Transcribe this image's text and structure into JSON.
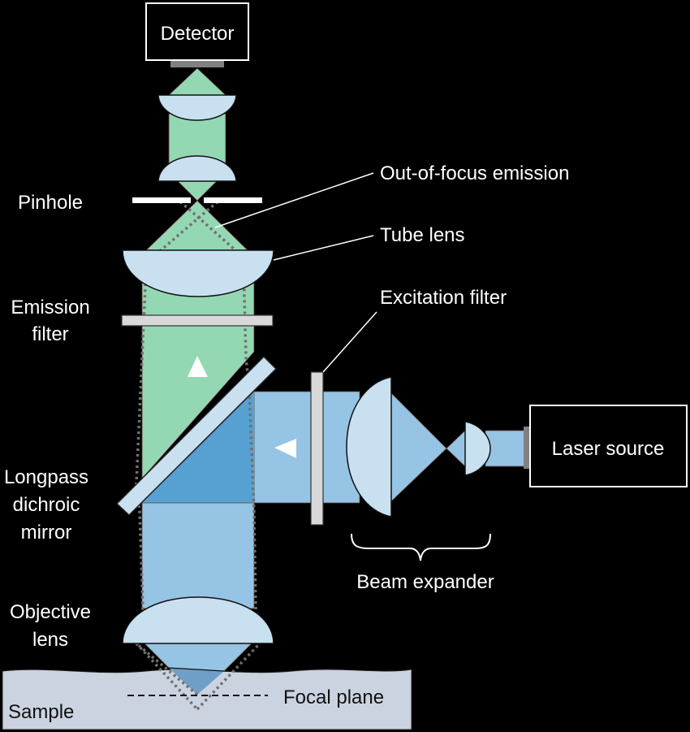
{
  "title": "Confocal microscope schematic",
  "colors": {
    "background": "#000000",
    "emission_beam": "#93d8b3",
    "excitation_beam": "#96c4e4",
    "overlap_beam": "#56a1d2",
    "lens": "#c9e0f0",
    "filter": "#d9d9d9",
    "sample": "#cbd3e1",
    "focal_cone": "#6f9fc6",
    "out_of_focus": "#707070",
    "detector_window": "#808080"
  },
  "boxes": {
    "detector": "Detector",
    "laser": "Laser source"
  },
  "labels": {
    "pinhole": "Pinhole",
    "emission_filter": [
      "Emission",
      "filter"
    ],
    "dichroic": [
      "Longpass",
      "dichroic",
      "mirror"
    ],
    "objective": [
      "Objective",
      "lens"
    ],
    "sample": "Sample",
    "focal_plane": "Focal plane",
    "out_of_focus": "Out-of-focus emission",
    "tube_lens": "Tube lens",
    "excitation_filter": "Excitation filter",
    "beam_expander": "Beam expander"
  }
}
